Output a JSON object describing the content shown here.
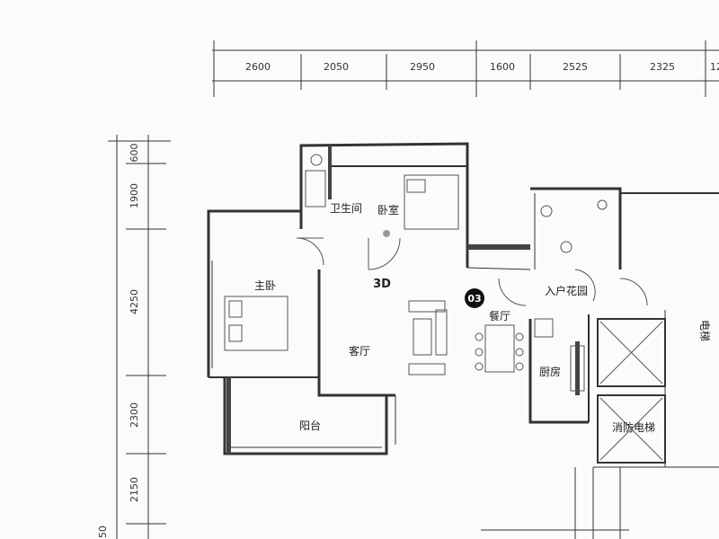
{
  "top_dimensions": [
    "2600",
    "2050",
    "2950",
    "1600",
    "2525",
    "2325",
    "12"
  ],
  "left_dimensions": [
    "600",
    "1900",
    "4250",
    "2300",
    "2150",
    "50"
  ],
  "rooms": {
    "bathroom": "卫生间",
    "bedroom": "卧室",
    "master_bedroom": "主卧",
    "living_room": "客厅",
    "dining_room": "餐厅",
    "entrance_garden": "入户花园",
    "kitchen": "厨房",
    "balcony": "阳台",
    "fire_elevator": "消防电梯",
    "elevator": "电梯"
  },
  "unit_badge": "03",
  "orientation_mark": "3D"
}
